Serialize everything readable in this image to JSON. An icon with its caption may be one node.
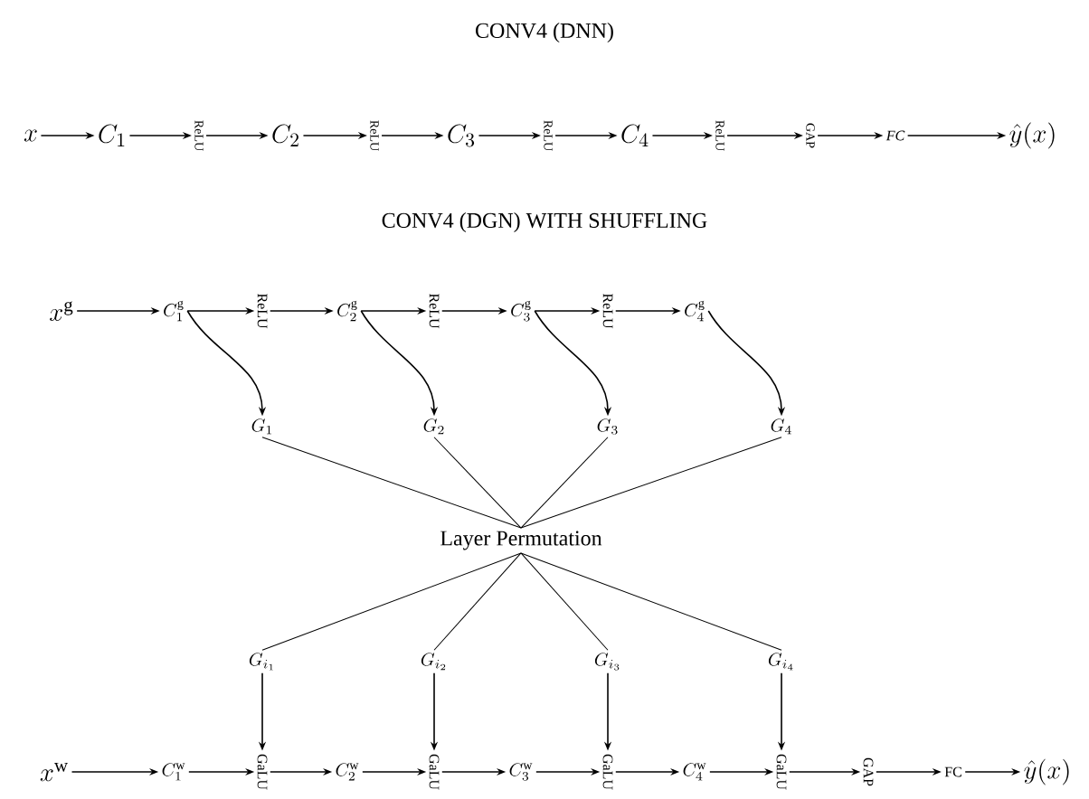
{
  "diagram": {
    "title": "CONV4 (DNN)",
    "nodes": [
      {
        "text": [
          "x"
        ]
      },
      {
        "text": [
          "C_1"
        ]
      },
      {
        "text": [
          "ReLU"
        ]
      },
      {
        "text": [
          "C_2"
        ]
      },
      {
        "text": [
          "ReLU"
        ]
      },
      {
        "text": [
          "C_3"
        ]
      },
      {
        "text": [
          "ReLU"
        ]
      },
      {
        "text": [
          "C_4"
        ]
      },
      {
        "text": [
          "ReLU"
        ]
      },
      {
        "text": [
          "GAP"
        ]
      },
      {
        "text": [
          "FC"
        ]
      },
      {
        "text": [
          "\\hat{y}(x)"
        ]
      },
      {
        "text": [
          "x^{\\mathrm{g}}"
        ]
      },
      {
        "text": [
          "C^{\\mathrm{g}}_1"
        ]
      },
      {
        "text": [
          "ReLU"
        ]
      },
      {
        "text": [
          "C^{\\mathrm{g}}_2"
        ]
      },
      {
        "text": [
          "ReLU"
        ]
      },
      {
        "text": [
          "C^{\\mathrm{g}}_3"
        ]
      },
      {
        "text": [
          "ReLU"
        ]
      },
      {
        "text": [
          "C^{\\mathrm{g}}_4"
        ]
      },
      {
        "text": [
          "G_1"
        ]
      },
      {
        "text": [
          "G_2"
        ]
      },
      {
        "text": [
          "G_3"
        ]
      },
      {
        "text": [
          "G_4"
        ]
      },
      {
        "text": [
          "Layer Permutation"
        ]
      },
      {
        "text": [
          "G_{i_1}"
        ]
      },
      {
        "text": [
          "G_{i_2}"
        ]
      },
      {
        "text": [
          "G_{i_3}"
        ]
      },
      {
        "text": [
          "G_{i_4}"
        ]
      },
      {
        "text": [
          "x^{\\mathrm{w}}"
        ]
      },
      {
        "text": [
          "C^{\\mathrm{w}}_1"
        ]
      },
      {
        "text": [
          "GaLU"
        ]
      },
      {
        "text": [
          "C^{\\mathrm{w}}_2"
        ]
      },
      {
        "text": [
          "GaLU"
        ]
      },
      {
        "text": [
          "C^{\\mathrm{w}}_3"
        ]
      },
      {
        "text": [
          "GaLU"
        ]
      },
      {
        "text": [
          "C^{\\mathrm{w}}_4"
        ]
      },
      {
        "text": [
          "GaLU"
        ]
      },
      {
        "text": [
          "GAP"
        ]
      },
      {
        "text": [
          "FC"
        ]
      },
      {
        "text": [
          "\\hat{y}(x)"
        ]
      }
    ],
    "edges": [
      {
        "from": 0,
        "to": 1,
        "arrow": "to"
      },
      {
        "from": 1,
        "to": 2,
        "arrow": "to"
      },
      {
        "from": 2,
        "to": 3,
        "arrow": "to"
      },
      {
        "from": 3,
        "to": 4,
        "arrow": "to"
      },
      {
        "from": 4,
        "to": 5,
        "arrow": "to"
      },
      {
        "from": 5,
        "to": 6,
        "arrow": "to"
      },
      {
        "from": 6,
        "to": 7,
        "arrow": "to"
      },
      {
        "from": 7,
        "to": 8,
        "arrow": "to"
      },
      {
        "from": 8,
        "to": 9,
        "arrow": "to"
      },
      {
        "from": 9,
        "to": 10,
        "arrow": "to"
      },
      {
        "from": 10,
        "to": 11,
        "arrow": "to"
      },
      {
        "from": 12,
        "to": 13,
        "arrow": "to"
      },
      {
        "from": 13,
        "to": 14,
        "arrow": "to"
      },
      {
        "from": 14,
        "to": 15,
        "arrow": "to"
      },
      {
        "from": 15,
        "to": 16,
        "arrow": "to"
      },
      {
        "from": 16,
        "to": 17,
        "arrow": "to"
      },
      {
        "from": 17,
        "to": 18,
        "arrow": "to"
      },
      {
        "from": 18,
        "to": 19,
        "arrow": "to"
      },
      {
        "from": 13,
        "to": 20,
        "arrow": "to"
      },
      {
        "from": 15,
        "to": 21,
        "arrow": "to"
      },
      {
        "from": 17,
        "to": 22,
        "arrow": "to"
      },
      {
        "from": 19,
        "to": 23,
        "arrow": "to"
      },
      {
        "from": 20,
        "to": 24,
        "arrow": "none"
      },
      {
        "from": 21,
        "to": 24,
        "arrow": "none"
      },
      {
        "from": 22,
        "to": 24,
        "arrow": "none"
      },
      {
        "from": 23,
        "to": 24,
        "arrow": "none"
      },
      {
        "from": 24,
        "to": 25,
        "arrow": "none"
      },
      {
        "from": 24,
        "to": 26,
        "arrow": "none"
      },
      {
        "from": 24,
        "to": 27,
        "arrow": "none"
      },
      {
        "from": 24,
        "to": 28,
        "arrow": "none"
      },
      {
        "from": 25,
        "to": 31,
        "arrow": "to"
      },
      {
        "from": 26,
        "to": 33,
        "arrow": "to"
      },
      {
        "from": 27,
        "to": 35,
        "arrow": "to"
      },
      {
        "from": 28,
        "to": 37,
        "arrow": "to"
      },
      {
        "from": 29,
        "to": 30,
        "arrow": "to"
      },
      {
        "from": 30,
        "to": 31,
        "arrow": "to"
      },
      {
        "from": 31,
        "to": 32,
        "arrow": "to"
      },
      {
        "from": 32,
        "to": 33,
        "arrow": "to"
      },
      {
        "from": 33,
        "to": 34,
        "arrow": "to"
      },
      {
        "from": 34,
        "to": 35,
        "arrow": "to"
      },
      {
        "from": 35,
        "to": 36,
        "arrow": "to"
      },
      {
        "from": 36,
        "to": 37,
        "arrow": "to"
      },
      {
        "from": 37,
        "to": 38,
        "arrow": "to"
      },
      {
        "from": 38,
        "to": 39,
        "arrow": "to"
      },
      {
        "from": 39,
        "to": 40,
        "arrow": "to"
      }
    ],
    "labels": [
      "CONV4 (DGN) WITH SHUFFLING"
    ]
  }
}
